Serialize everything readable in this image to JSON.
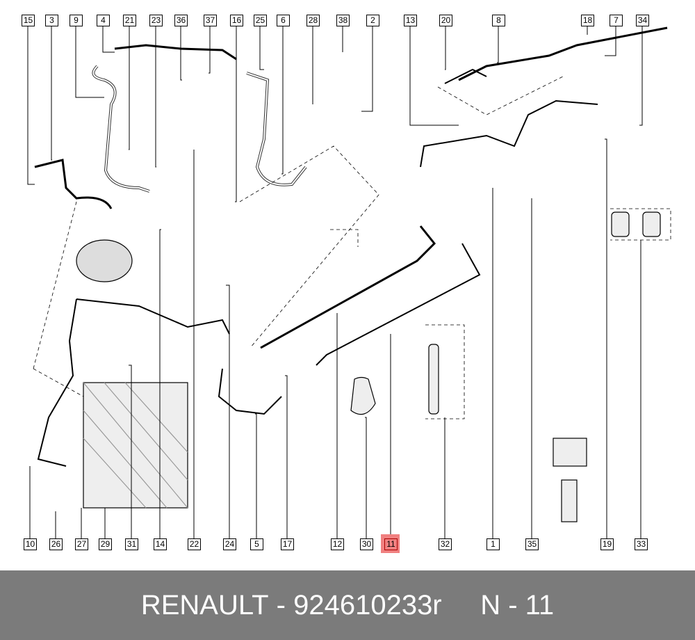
{
  "diagram": {
    "top_callouts": [
      "15",
      "3",
      "9",
      "4",
      "21",
      "23",
      "36",
      "37",
      "16",
      "25",
      "6",
      "28",
      "38",
      "2",
      "13",
      "20",
      "8",
      "18",
      "7",
      "34"
    ],
    "bottom_callouts": [
      "10",
      "26",
      "27",
      "29",
      "31",
      "14",
      "22",
      "24",
      "5",
      "17",
      "12",
      "30",
      "11",
      "32",
      "1",
      "35",
      "19",
      "33"
    ],
    "highlighted_callout": "11",
    "highlight_color": "#f08080"
  },
  "footer": {
    "brand": "RENAULT",
    "separator": " - ",
    "part_number": "924610233r",
    "position_label": "N - 11"
  }
}
